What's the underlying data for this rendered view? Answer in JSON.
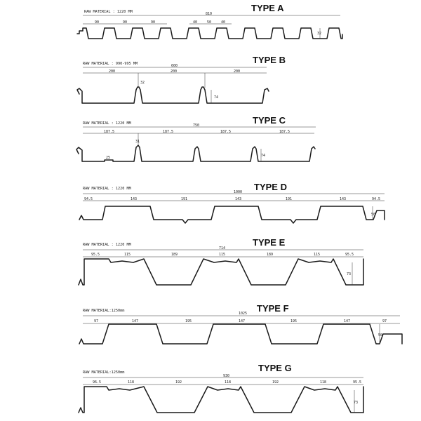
{
  "profiles": [
    {
      "key": "a",
      "title": "TYPE A",
      "raw": "RAW MATERIAL : 1220 MM",
      "total": "810",
      "pitches": [
        "90",
        "90",
        "90"
      ],
      "small": [
        "40",
        "50",
        "40"
      ],
      "height": "32"
    },
    {
      "key": "b",
      "title": "TYPE B",
      "raw": "RAW MATERIAL : 990-995 MM",
      "total": "600",
      "pitches": [
        "200",
        "200",
        "200"
      ],
      "small": [
        "32"
      ],
      "height": "74"
    },
    {
      "key": "c",
      "title": "TYPE C",
      "raw": "RAW MATERIAL : 1220 MM",
      "total": "750",
      "pitches": [
        "187.5",
        "187.5",
        "187.5",
        "187.5"
      ],
      "small": [
        "31",
        "25"
      ],
      "height": "74"
    },
    {
      "key": "d",
      "title": "TYPE D",
      "raw": "RAW MATERIAL : 1220 MM",
      "total": "1000",
      "pitches": [
        "94.5",
        "143",
        "191",
        "143",
        "191",
        "143",
        "94.5"
      ],
      "height": "50"
    },
    {
      "key": "e",
      "title": "TYPE E",
      "raw": "RAW MATERIAL : 1220 MM",
      "total": "714",
      "pitches": [
        "95.5",
        "115",
        "189",
        "115",
        "189",
        "115",
        "95.5"
      ],
      "height": "73"
    },
    {
      "key": "f",
      "title": "TYPE F",
      "raw": "RAW MATERIAL:1250mm",
      "total": "1025",
      "pitches": [
        "97",
        "147",
        "195",
        "147",
        "195",
        "147",
        "97"
      ],
      "height": "50"
    },
    {
      "key": "g",
      "title": "TYPE G",
      "raw": "RAW MATERIAL:1250mm",
      "total": "930",
      "pitches": [
        "96.5",
        "118",
        "192",
        "118",
        "192",
        "118",
        "95.5"
      ],
      "height": "73"
    }
  ]
}
